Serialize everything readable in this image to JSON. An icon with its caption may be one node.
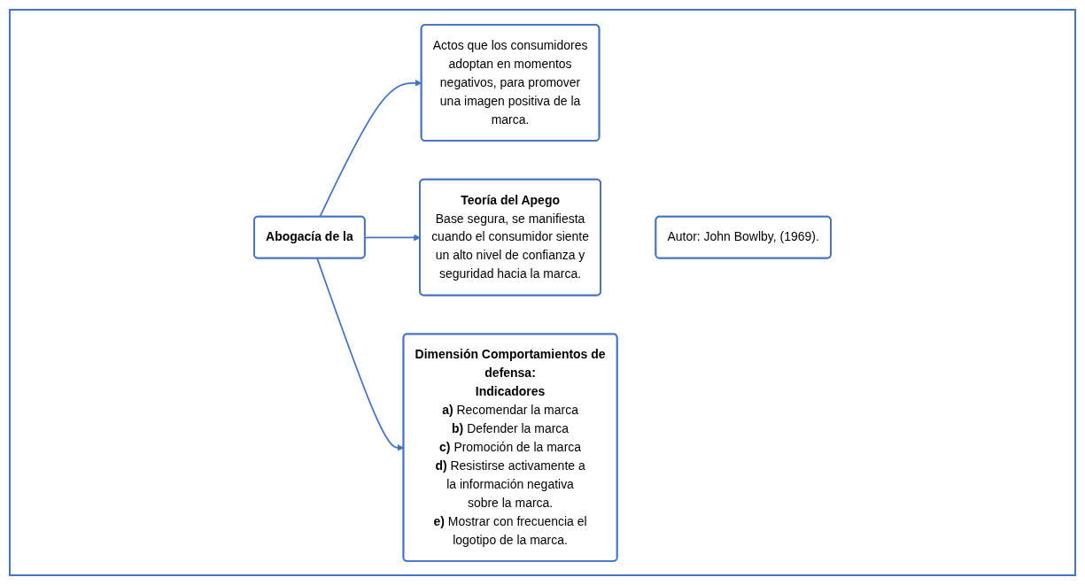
{
  "diagram": {
    "nodes": [
      {
        "text": [
          "Actos que los consumidores adoptan en momentos negativos, para promover una imagen positiva de la marca."
        ]
      },
      {
        "text": [
          "Autor: John Bowlby, (1969)."
        ]
      },
      {
        "text": [
          "Teoría del Apego",
          "Base segura, se manifiesta cuando el consumidor siente un alto nivel de confianza y seguridad hacia la marca."
        ]
      },
      {
        "text": [
          "Abogacía de la"
        ]
      },
      {
        "text": [
          "Dimensión Comportamientos de defensa:",
          "Indicadores",
          "**a)** Recomendar la marca",
          "**b)** Defender la marca",
          "**c)** Promoción de la marca",
          "**d)** Resistirse activamente a la información negativa sobre la marca.",
          "**e)** Mostrar con frecuencia el logotipo de la marca."
        ]
      }
    ],
    "edges": [
      {
        "from": 3,
        "to": 0,
        "arrow": "to"
      },
      {
        "from": 3,
        "to": 2,
        "arrow": "to"
      },
      {
        "from": 3,
        "to": 4,
        "arrow": "to"
      }
    ]
  }
}
